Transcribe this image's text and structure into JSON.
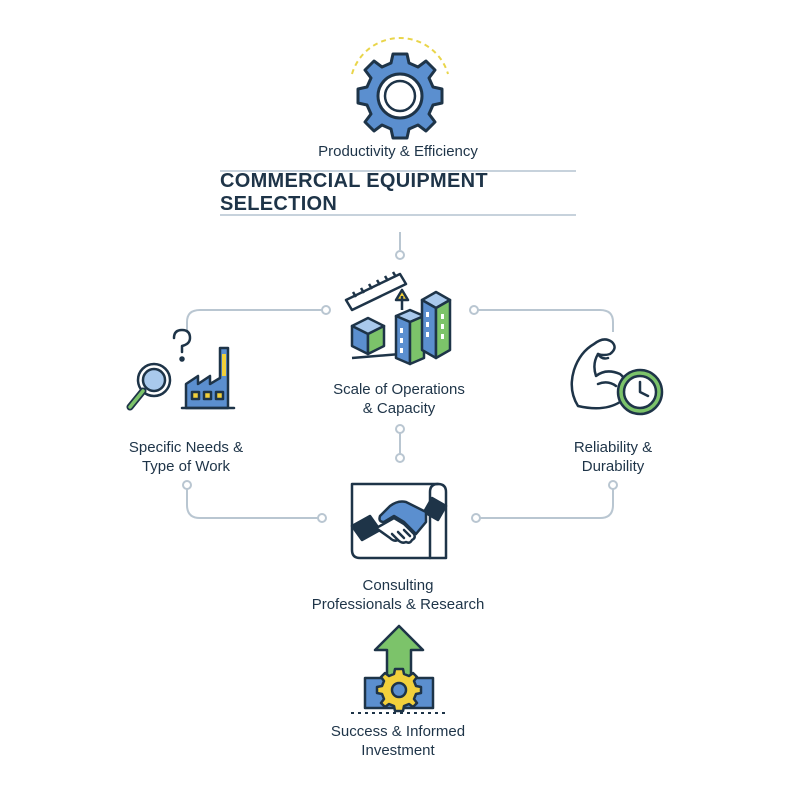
{
  "header": {
    "top_label": "Productivity & Efficiency",
    "title": "COMMERCIAL EQUIPMENT SELECTION"
  },
  "nodes": {
    "scale": {
      "line1": "Scale of Operations",
      "line2": "& Capacity",
      "icon": "buildings-ruler-icon"
    },
    "needs": {
      "line1": "Specific Needs &",
      "line2": "Type of Work",
      "icon": "magnifier-factory-icon"
    },
    "reliability": {
      "line1": "Reliability &",
      "line2": "Durability",
      "icon": "muscle-clock-icon"
    },
    "consulting": {
      "line1": "Consulting",
      "line2": "Professionals & Research",
      "icon": "handshake-blueprint-icon"
    },
    "success": {
      "line1": "Success & Informed",
      "line2": "Investment",
      "icon": "arrow-gear-box-icon"
    }
  },
  "colors": {
    "navy": "#1e3448",
    "blue": "#5b8fcf",
    "light_blue": "#a9c9ec",
    "green": "#7cc36a",
    "yellow": "#f2d03b",
    "connector": "#b9c6d1",
    "gear_arc": "#e9d54a"
  }
}
